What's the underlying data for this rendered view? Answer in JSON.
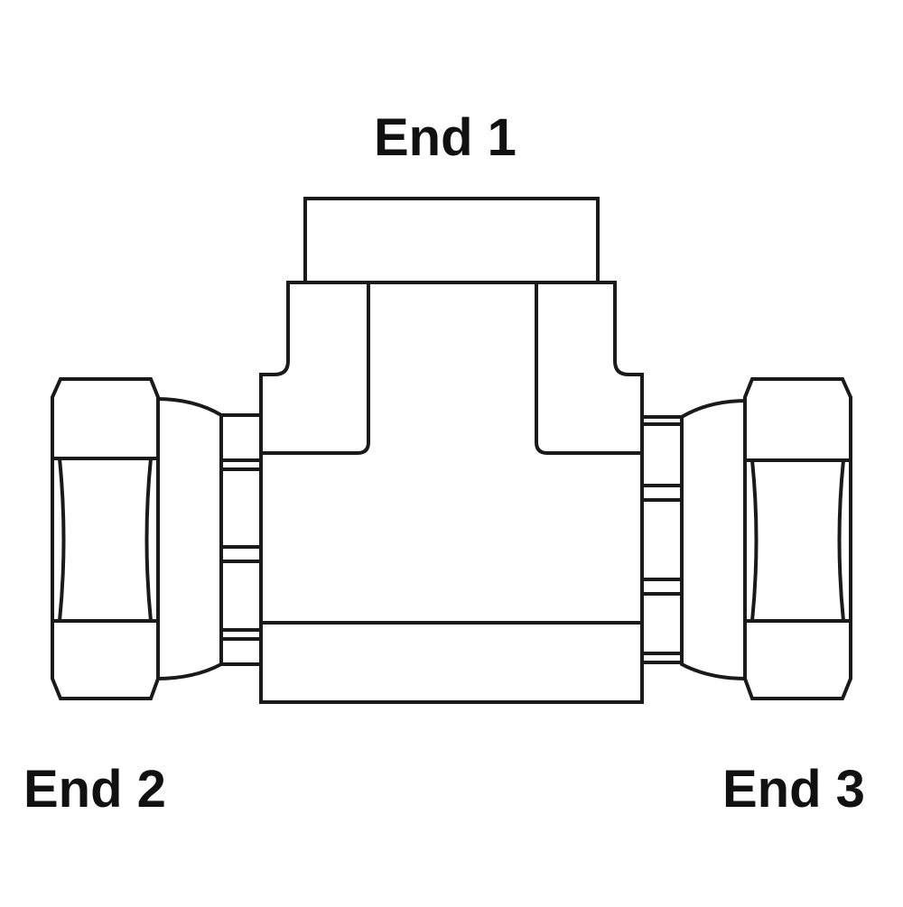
{
  "labels": {
    "end1": "End 1",
    "end2": "End 2",
    "end3": "End 3"
  },
  "colors": {
    "line": "#1a1a1a",
    "background": "#ffffff"
  }
}
